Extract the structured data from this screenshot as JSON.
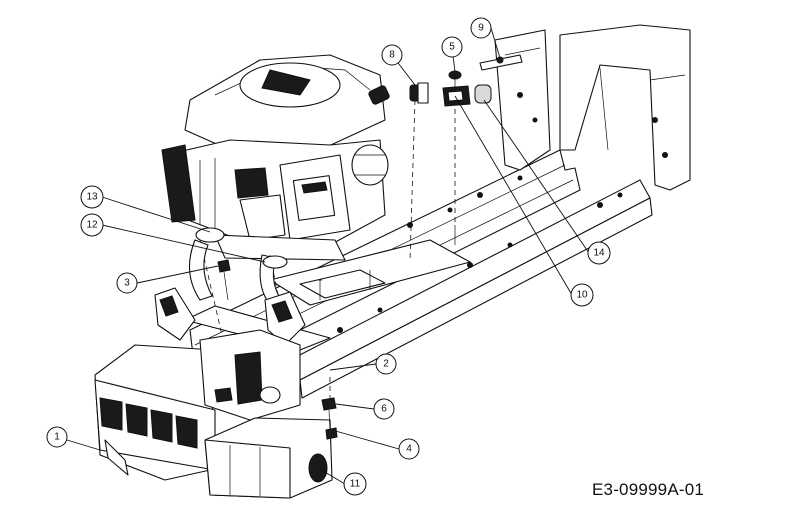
{
  "drawing": {
    "code": "E3-09999A-01",
    "callouts": [
      {
        "id": "c1",
        "label": "1"
      },
      {
        "id": "c2",
        "label": "2"
      },
      {
        "id": "c3",
        "label": "3"
      },
      {
        "id": "c4",
        "label": "4"
      },
      {
        "id": "c5",
        "label": "5"
      },
      {
        "id": "c6",
        "label": "6"
      },
      {
        "id": "c8",
        "label": "8"
      },
      {
        "id": "c9",
        "label": "9"
      },
      {
        "id": "c10",
        "label": "10"
      },
      {
        "id": "c11",
        "label": "11"
      },
      {
        "id": "c12",
        "label": "12"
      },
      {
        "id": "c13",
        "label": "13"
      },
      {
        "id": "c14",
        "label": "14"
      }
    ]
  }
}
